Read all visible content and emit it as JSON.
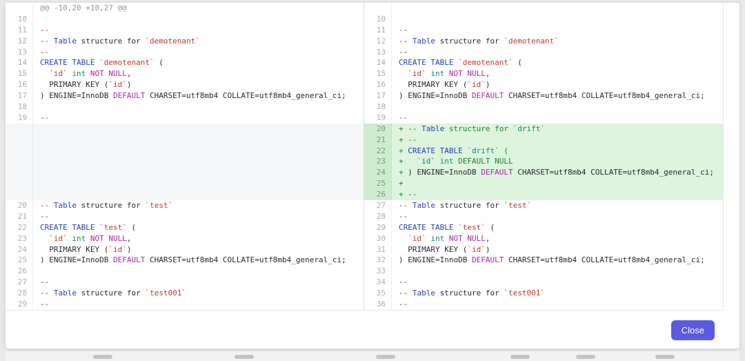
{
  "modal": {
    "close_label": "Close"
  },
  "colors": {
    "accent": "#5a5be0",
    "added_bg": "#ddf4dd"
  },
  "diff": {
    "hunk_header": "@@ -10,20 +10,27 @@",
    "left_rows": [
      {
        "type": "header",
        "num": "",
        "segments": [
          {
            "t": "@@ -10,20 +10,27 @@",
            "c": "hunk"
          }
        ]
      },
      {
        "num": "10",
        "segments": []
      },
      {
        "num": "11",
        "segments": [
          {
            "t": "--",
            "c": "comment"
          }
        ]
      },
      {
        "num": "12",
        "segments": [
          {
            "t": "-- ",
            "c": "comment"
          },
          {
            "t": "Table",
            "c": "kw"
          },
          {
            "t": " structure for ",
            "c": "plain"
          },
          {
            "t": "`demotenant`",
            "c": "str"
          }
        ]
      },
      {
        "num": "13",
        "segments": [
          {
            "t": "--",
            "c": "comment"
          }
        ]
      },
      {
        "num": "14",
        "segments": [
          {
            "t": "CREATE TABLE",
            "c": "kw"
          },
          {
            "t": " ",
            "c": "plain"
          },
          {
            "t": "`demotenant`",
            "c": "str"
          },
          {
            "t": " (",
            "c": "plain"
          }
        ]
      },
      {
        "num": "15",
        "segments": [
          {
            "t": "  ",
            "c": "plain"
          },
          {
            "t": "`id`",
            "c": "str"
          },
          {
            "t": " ",
            "c": "plain"
          },
          {
            "t": "int",
            "c": "type"
          },
          {
            "t": " ",
            "c": "plain"
          },
          {
            "t": "NOT NULL",
            "c": "kw2"
          },
          {
            "t": ",",
            "c": "plain"
          }
        ]
      },
      {
        "num": "16",
        "segments": [
          {
            "t": "  PRIMARY KEY (",
            "c": "plain"
          },
          {
            "t": "`id`",
            "c": "str"
          },
          {
            "t": ")",
            "c": "plain"
          }
        ]
      },
      {
        "num": "17",
        "segments": [
          {
            "t": ") ENGINE=InnoDB ",
            "c": "plain"
          },
          {
            "t": "DEFAULT",
            "c": "kw2"
          },
          {
            "t": " CHARSET=utf8mb4 COLLATE=utf8mb4_general_ci;",
            "c": "plain"
          }
        ]
      },
      {
        "num": "18",
        "segments": []
      },
      {
        "num": "19",
        "segments": [
          {
            "t": "--",
            "c": "comment"
          }
        ]
      },
      {
        "type": "gap",
        "num": "",
        "segments": []
      },
      {
        "type": "gap",
        "num": "",
        "segments": []
      },
      {
        "type": "gap",
        "num": "",
        "segments": []
      },
      {
        "type": "gap",
        "num": "",
        "segments": []
      },
      {
        "type": "gap",
        "num": "",
        "segments": []
      },
      {
        "type": "gap",
        "num": "",
        "segments": []
      },
      {
        "type": "gap",
        "num": "",
        "segments": []
      },
      {
        "num": "20",
        "segments": [
          {
            "t": "-- ",
            "c": "comment"
          },
          {
            "t": "Table",
            "c": "kw"
          },
          {
            "t": " structure for ",
            "c": "plain"
          },
          {
            "t": "`test`",
            "c": "str"
          }
        ]
      },
      {
        "num": "21",
        "segments": [
          {
            "t": "--",
            "c": "comment"
          }
        ]
      },
      {
        "num": "22",
        "segments": [
          {
            "t": "CREATE TABLE",
            "c": "kw"
          },
          {
            "t": " ",
            "c": "plain"
          },
          {
            "t": "`test`",
            "c": "str"
          },
          {
            "t": " (",
            "c": "plain"
          }
        ]
      },
      {
        "num": "23",
        "segments": [
          {
            "t": "  ",
            "c": "plain"
          },
          {
            "t": "`id`",
            "c": "str"
          },
          {
            "t": " ",
            "c": "plain"
          },
          {
            "t": "int",
            "c": "type"
          },
          {
            "t": " ",
            "c": "plain"
          },
          {
            "t": "NOT NULL",
            "c": "kw2"
          },
          {
            "t": ",",
            "c": "plain"
          }
        ]
      },
      {
        "num": "24",
        "segments": [
          {
            "t": "  PRIMARY KEY (",
            "c": "plain"
          },
          {
            "t": "`id`",
            "c": "str"
          },
          {
            "t": ")",
            "c": "plain"
          }
        ]
      },
      {
        "num": "25",
        "segments": [
          {
            "t": ") ENGINE=InnoDB ",
            "c": "plain"
          },
          {
            "t": "DEFAULT",
            "c": "kw2"
          },
          {
            "t": " CHARSET=utf8mb4 COLLATE=utf8mb4_general_ci;",
            "c": "plain"
          }
        ]
      },
      {
        "num": "26",
        "segments": []
      },
      {
        "num": "27",
        "segments": [
          {
            "t": "--",
            "c": "comment"
          }
        ]
      },
      {
        "num": "28",
        "segments": [
          {
            "t": "-- ",
            "c": "comment"
          },
          {
            "t": "Table",
            "c": "kw"
          },
          {
            "t": " structure for ",
            "c": "plain"
          },
          {
            "t": "`test001`",
            "c": "str"
          }
        ]
      },
      {
        "num": "29",
        "segments": [
          {
            "t": "--",
            "c": "comment"
          }
        ]
      }
    ],
    "right_rows": [
      {
        "type": "header",
        "num": "",
        "segments": []
      },
      {
        "num": "10",
        "segments": []
      },
      {
        "num": "11",
        "segments": [
          {
            "t": "--",
            "c": "comment"
          }
        ]
      },
      {
        "num": "12",
        "segments": [
          {
            "t": "-- ",
            "c": "comment"
          },
          {
            "t": "Table",
            "c": "kw"
          },
          {
            "t": " structure for ",
            "c": "plain"
          },
          {
            "t": "`demotenant`",
            "c": "str"
          }
        ]
      },
      {
        "num": "13",
        "segments": [
          {
            "t": "--",
            "c": "comment"
          }
        ]
      },
      {
        "num": "14",
        "segments": [
          {
            "t": "CREATE TABLE",
            "c": "kw"
          },
          {
            "t": " ",
            "c": "plain"
          },
          {
            "t": "`demotenant`",
            "c": "str"
          },
          {
            "t": " (",
            "c": "plain"
          }
        ]
      },
      {
        "num": "15",
        "segments": [
          {
            "t": "  ",
            "c": "plain"
          },
          {
            "t": "`id`",
            "c": "str"
          },
          {
            "t": " ",
            "c": "plain"
          },
          {
            "t": "int",
            "c": "type"
          },
          {
            "t": " ",
            "c": "plain"
          },
          {
            "t": "NOT NULL",
            "c": "kw2"
          },
          {
            "t": ",",
            "c": "plain"
          }
        ]
      },
      {
        "num": "16",
        "segments": [
          {
            "t": "  PRIMARY KEY (",
            "c": "plain"
          },
          {
            "t": "`id`",
            "c": "str"
          },
          {
            "t": ")",
            "c": "plain"
          }
        ]
      },
      {
        "num": "17",
        "segments": [
          {
            "t": ") ENGINE=InnoDB ",
            "c": "plain"
          },
          {
            "t": "DEFAULT",
            "c": "kw2"
          },
          {
            "t": " CHARSET=utf8mb4 COLLATE=utf8mb4_general_ci;",
            "c": "plain"
          }
        ]
      },
      {
        "num": "18",
        "segments": []
      },
      {
        "num": "19",
        "segments": [
          {
            "t": "--",
            "c": "comment"
          }
        ]
      },
      {
        "num": "20",
        "type": "added",
        "segments": [
          {
            "t": "+ ",
            "c": "add"
          },
          {
            "t": "-- ",
            "c": "add"
          },
          {
            "t": "Table",
            "c": "kw"
          },
          {
            "t": " structure for ",
            "c": "add"
          },
          {
            "t": "`drift`",
            "c": "type"
          }
        ]
      },
      {
        "num": "21",
        "type": "added",
        "segments": [
          {
            "t": "+ ",
            "c": "add"
          },
          {
            "t": "--",
            "c": "add"
          }
        ]
      },
      {
        "num": "22",
        "type": "added",
        "segments": [
          {
            "t": "+ ",
            "c": "add"
          },
          {
            "t": "CREATE TABLE",
            "c": "kw"
          },
          {
            "t": " ",
            "c": "add"
          },
          {
            "t": "`drift`",
            "c": "type"
          },
          {
            "t": " (",
            "c": "add"
          }
        ]
      },
      {
        "num": "23",
        "type": "added",
        "segments": [
          {
            "t": "+   ",
            "c": "add"
          },
          {
            "t": "`id`",
            "c": "type"
          },
          {
            "t": " ",
            "c": "add"
          },
          {
            "t": "int",
            "c": "type"
          },
          {
            "t": " ",
            "c": "add"
          },
          {
            "t": "DEFAULT NULL",
            "c": "add"
          }
        ]
      },
      {
        "num": "24",
        "type": "added",
        "segments": [
          {
            "t": "+ ",
            "c": "add"
          },
          {
            "t": ") ENGINE=InnoDB ",
            "c": "plain"
          },
          {
            "t": "DEFAULT",
            "c": "kw2"
          },
          {
            "t": " CHARSET=utf8mb4 COLLATE=utf8mb4_general_ci;",
            "c": "plain"
          }
        ]
      },
      {
        "num": "25",
        "type": "added",
        "segments": [
          {
            "t": "+",
            "c": "add"
          }
        ]
      },
      {
        "num": "26",
        "type": "added",
        "segments": [
          {
            "t": "+ ",
            "c": "add"
          },
          {
            "t": "--",
            "c": "add"
          }
        ]
      },
      {
        "num": "27",
        "segments": [
          {
            "t": "-- ",
            "c": "comment"
          },
          {
            "t": "Table",
            "c": "kw"
          },
          {
            "t": " structure for ",
            "c": "plain"
          },
          {
            "t": "`test`",
            "c": "str"
          }
        ]
      },
      {
        "num": "28",
        "segments": [
          {
            "t": "--",
            "c": "comment"
          }
        ]
      },
      {
        "num": "29",
        "segments": [
          {
            "t": "CREATE TABLE",
            "c": "kw"
          },
          {
            "t": " ",
            "c": "plain"
          },
          {
            "t": "`test`",
            "c": "str"
          },
          {
            "t": " (",
            "c": "plain"
          }
        ]
      },
      {
        "num": "30",
        "segments": [
          {
            "t": "  ",
            "c": "plain"
          },
          {
            "t": "`id`",
            "c": "str"
          },
          {
            "t": " ",
            "c": "plain"
          },
          {
            "t": "int",
            "c": "type"
          },
          {
            "t": " ",
            "c": "plain"
          },
          {
            "t": "NOT NULL",
            "c": "kw2"
          },
          {
            "t": ",",
            "c": "plain"
          }
        ]
      },
      {
        "num": "31",
        "segments": [
          {
            "t": "  PRIMARY KEY (",
            "c": "plain"
          },
          {
            "t": "`id`",
            "c": "str"
          },
          {
            "t": ")",
            "c": "plain"
          }
        ]
      },
      {
        "num": "32",
        "segments": [
          {
            "t": ") ENGINE=InnoDB ",
            "c": "plain"
          },
          {
            "t": "DEFAULT",
            "c": "kw2"
          },
          {
            "t": " CHARSET=utf8mb4 COLLATE=utf8mb4_general_ci;",
            "c": "plain"
          }
        ]
      },
      {
        "num": "33",
        "segments": []
      },
      {
        "num": "34",
        "segments": [
          {
            "t": "--",
            "c": "comment"
          }
        ]
      },
      {
        "num": "35",
        "segments": [
          {
            "t": "-- ",
            "c": "comment"
          },
          {
            "t": "Table",
            "c": "kw"
          },
          {
            "t": " structure for ",
            "c": "plain"
          },
          {
            "t": "`test001`",
            "c": "str"
          }
        ]
      },
      {
        "num": "36",
        "segments": [
          {
            "t": "--",
            "c": "comment"
          }
        ]
      }
    ]
  }
}
